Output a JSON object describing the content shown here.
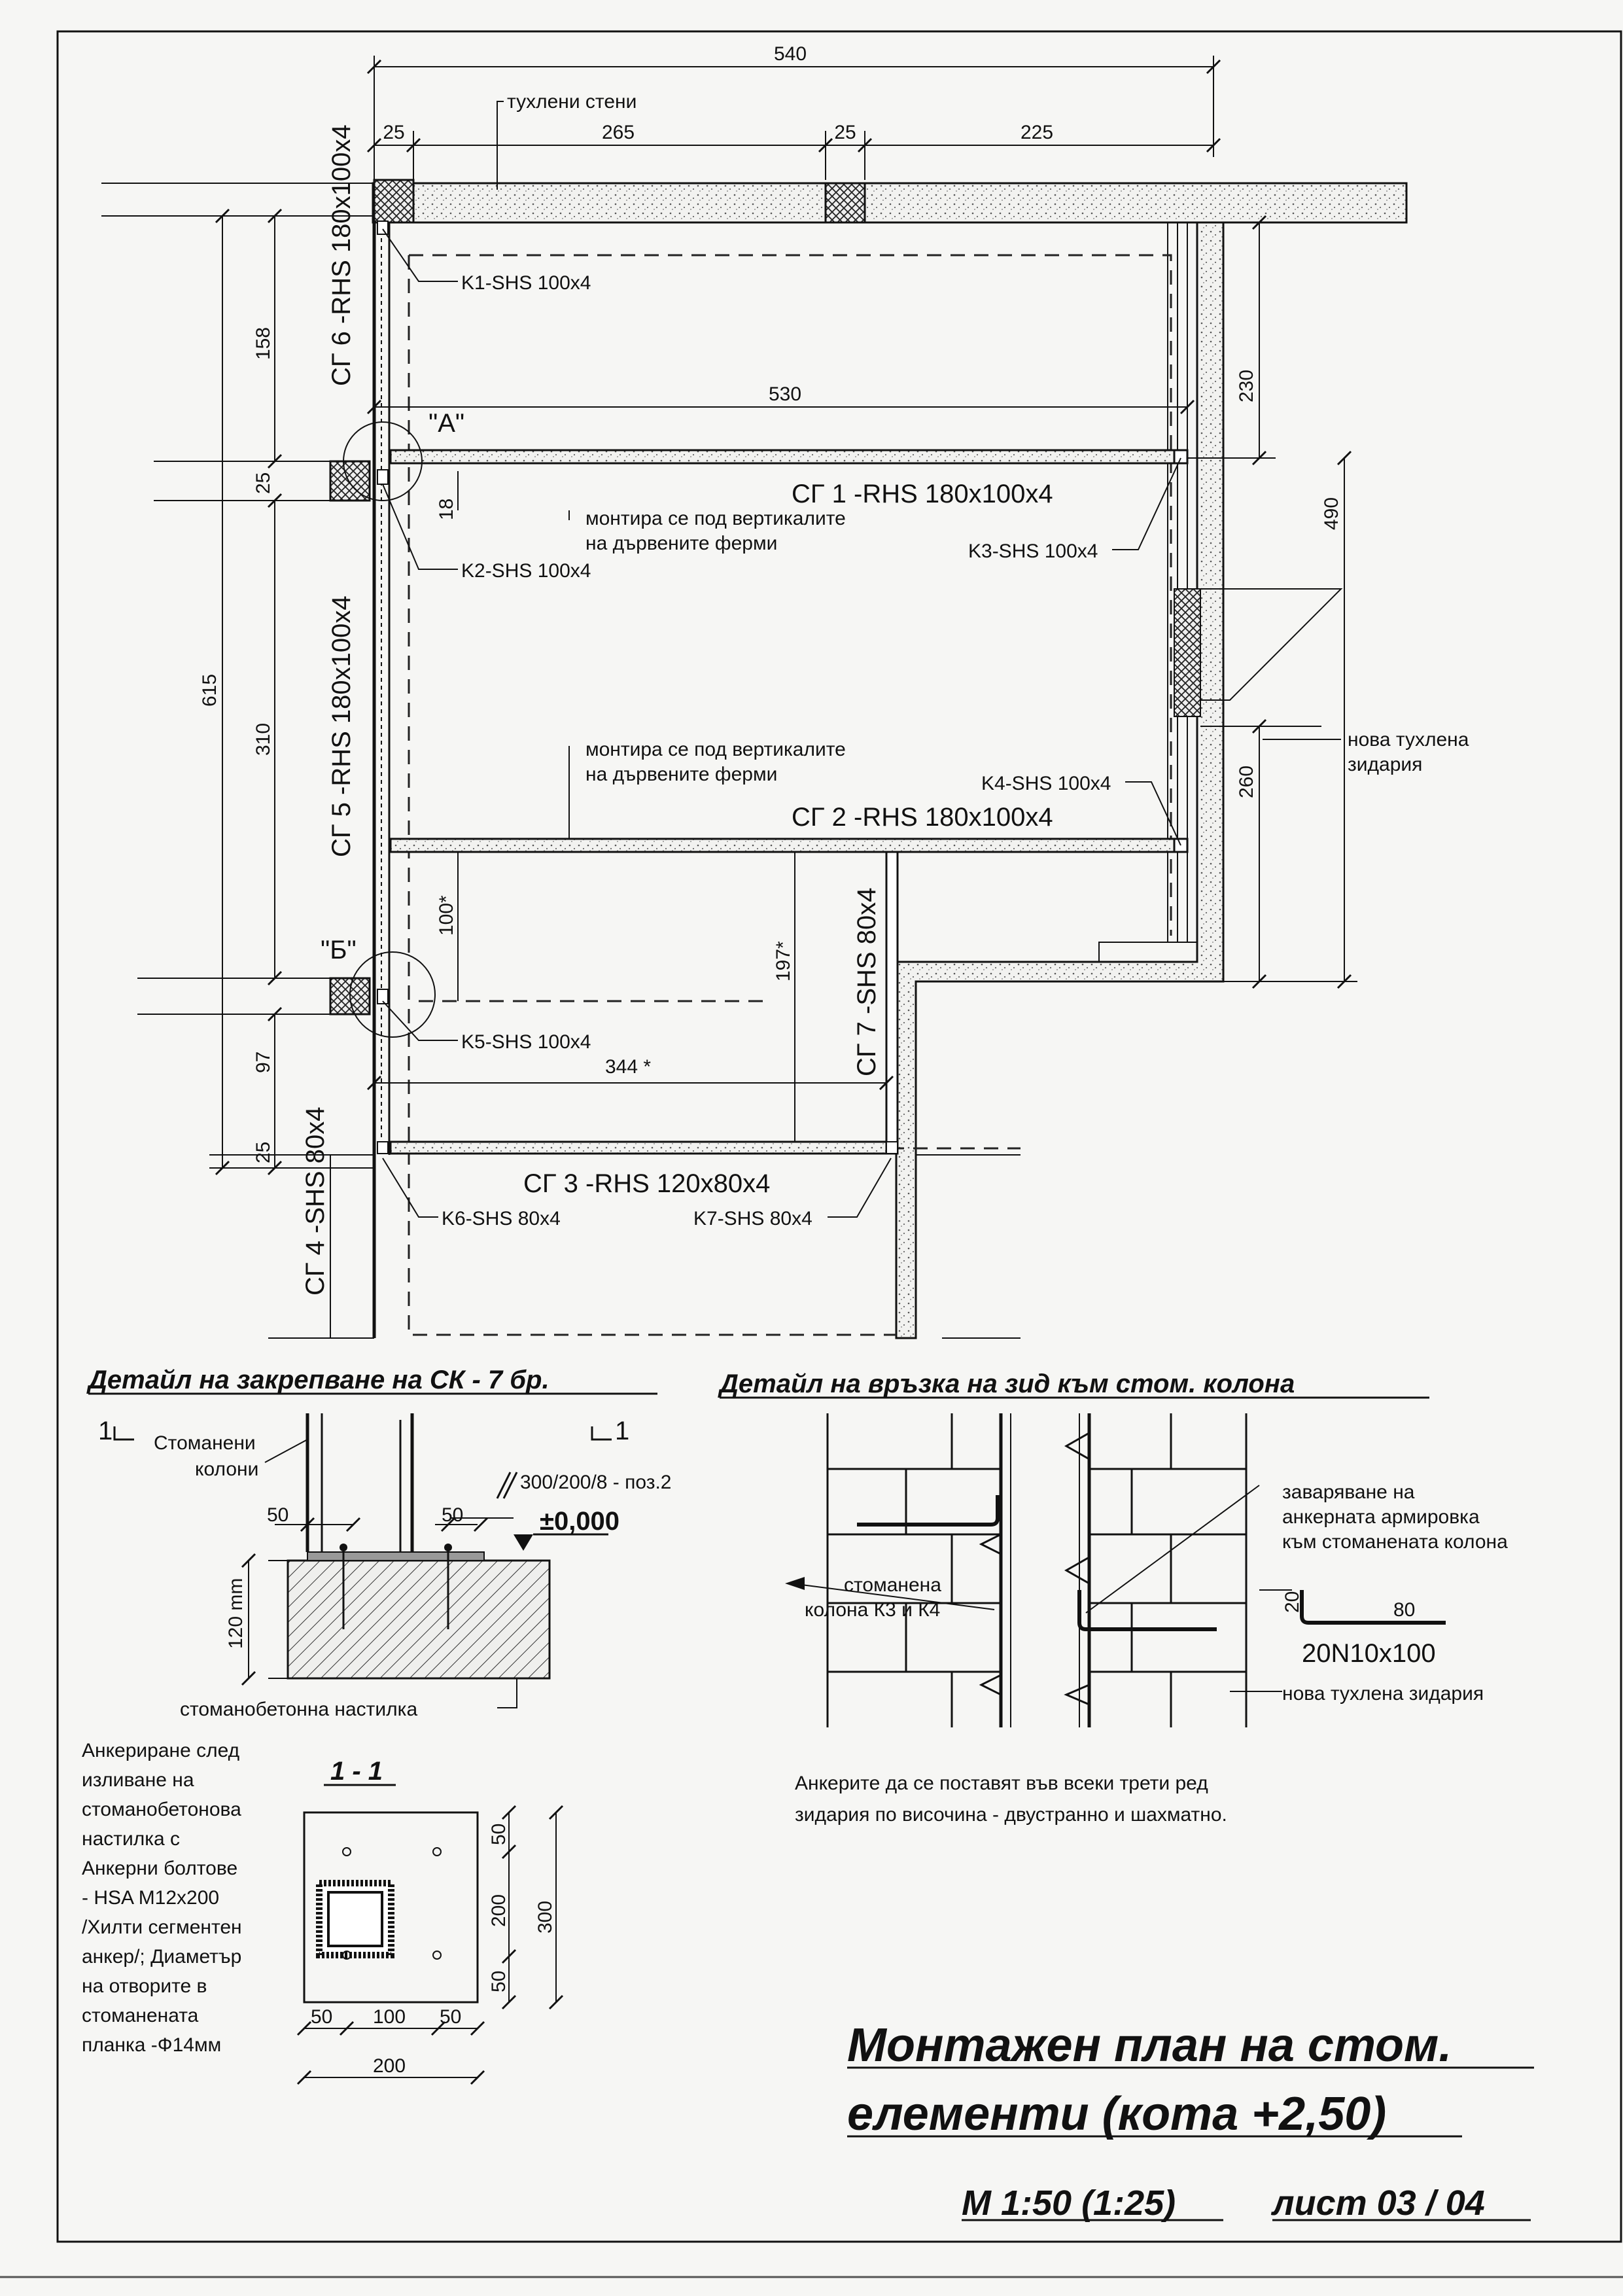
{
  "plan": {
    "dims": {
      "d540": "540",
      "d25a": "25",
      "d265": "265",
      "d25b": "25",
      "d225": "225",
      "d530": "530",
      "d230": "230",
      "d490": "490",
      "d260": "260",
      "d158": "158",
      "d25c": "25",
      "d18": "18",
      "d310": "310",
      "d615": "615",
      "d100s": "100*",
      "d197s": "197*",
      "d344s": "344 *",
      "d97": "97",
      "d25d": "25"
    },
    "labels": {
      "brick_walls": "тухлени стени",
      "k1": "K1-SHS 100x4",
      "k2": "K2-SHS 100x4",
      "k3": "K3-SHS 100x4",
      "k4": "K4-SHS 100x4",
      "k5": "K5-SHS 100x4",
      "k6": "K6-SHS 80x4",
      "k7": "K7-SHS 80x4",
      "sg1": "СГ 1 -RHS 180x100x4",
      "sg2": "СГ 2 -RHS 180x100x4",
      "sg3": "СГ 3 -RHS 120x80x4",
      "sg4": "СГ 4 -SHS 80x4",
      "sg5": "СГ 5 -RHS 180x100x4",
      "sg6": "СГ 6 -RHS 180x100x4",
      "sg7": "СГ 7 -SHS 80x4",
      "mount1_line1": "монтира се под вертикалите",
      "mount1_line2": "на дървените ферми",
      "mount2_line1": "монтира се под вертикалите",
      "mount2_line2": "на дървените ферми",
      "detail_a": "\"А\"",
      "detail_b": "\"Б\"",
      "new_brick_line1": "нова тухлена",
      "new_brick_line2": "зидария"
    }
  },
  "detail_sk": {
    "title": "Детайл на закрепване на СК - 7 бр.",
    "section_mark": "1",
    "steel_columns_line1": "Стоманени",
    "steel_columns_line2": "колони",
    "rebar": "300/200/8 - поз.2",
    "d50a": "50",
    "d50b": "50",
    "level": "±0,000",
    "d120": "120 mm",
    "slab": "стоманобетонна настилка",
    "note": [
      "Анкериране след",
      "изливане на",
      "стоманобетонова",
      "настилка с",
      "Анкерни болтове",
      "- HSA M12x200",
      "/Хилти сегментен",
      "анкер/; Диаметър",
      "на отворите в",
      "стоманената",
      "планка -Ф14мм"
    ]
  },
  "section_11": {
    "title": "1 - 1",
    "d50t": "50",
    "d200v": "200",
    "d50b": "50",
    "d300": "300",
    "d50l": "50",
    "d100": "100",
    "d50r": "50",
    "d200h": "200"
  },
  "detail_wall": {
    "title": "Детайл на връзка на зид към стом. колона",
    "weld_line1": "заваряване на",
    "weld_line2": "анкерната армировка",
    "weld_line3": "към стоманената колона",
    "column_line1": "стоманена",
    "column_line2": "колона К3 и К4",
    "d20": "20",
    "d80": "80",
    "anchor": "20N10x100",
    "new_brick": "нова тухлена зидария",
    "note_line1": "Анкерите да се поставят във всеки трети ред",
    "note_line2": "зидария по височина - двустранно и шахматно."
  },
  "title_block": {
    "line1": "Монтажен план на стом.",
    "line2": "елементи (кота +2,50)",
    "scale": "М 1:50 (1:25)",
    "sheet": "лист 03 / 04"
  }
}
